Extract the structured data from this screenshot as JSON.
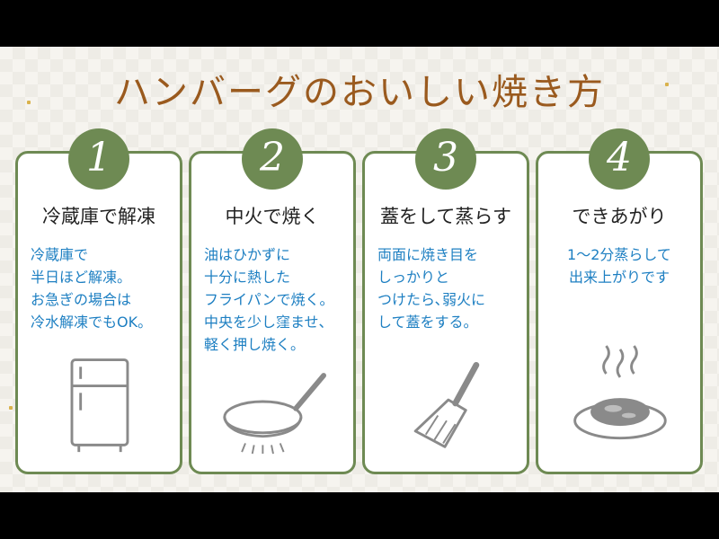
{
  "title": "ハンバーグのおいしい焼き方",
  "steps": [
    {
      "number": "1",
      "title": "冷蔵庫で解凍",
      "description": "冷蔵庫で\n半日ほど解凍。\nお急ぎの場合は\n冷水解凍でもOK。",
      "icon": "refrigerator-icon"
    },
    {
      "number": "2",
      "title": "中火で焼く",
      "description": "油はひかずに\n十分に熱した\nフライパンで焼く。\n中央を少し窪ませ、\n軽く押し焼く。",
      "icon": "frying-pan-icon"
    },
    {
      "number": "3",
      "title": "蓋をして蒸らす",
      "description": "両面に焼き目を\nしっかりと\nつけたら､弱火に\nして蓋をする。",
      "icon": "spatula-icon"
    },
    {
      "number": "4",
      "title": "できあがり",
      "description": "1〜2分蒸らして\n出来上がりです",
      "icon": "steaming-hamburg-icon"
    }
  ],
  "colors": {
    "accent": "#6e8a53",
    "title": "#9a5a1e",
    "description": "#1d7fc2"
  }
}
